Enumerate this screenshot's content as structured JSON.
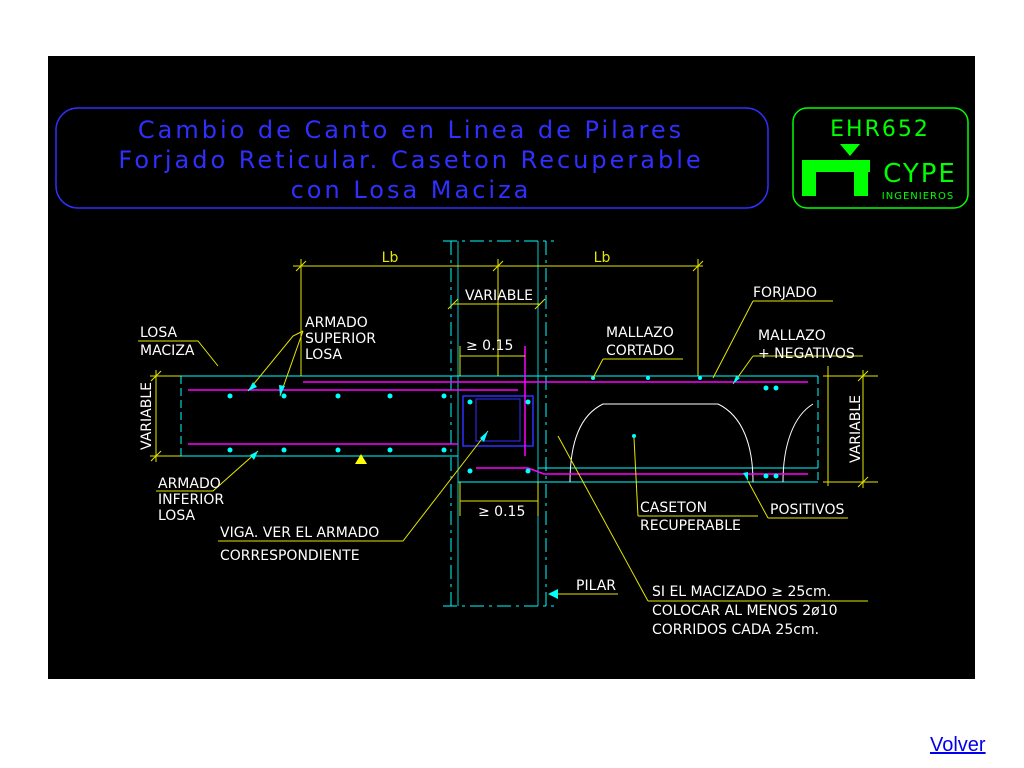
{
  "title": {
    "line1": "Cambio de Canto en Linea de Pilares",
    "line2": "Forjado Reticular. Caseton Recuperable",
    "line3": "con Losa Maciza"
  },
  "logo": {
    "code": "EHR652",
    "brand": "CYPE",
    "sub": "INGENIEROS"
  },
  "labels": {
    "lb_left": "Lb",
    "lb_right": "Lb",
    "variable_top": "VARIABLE",
    "forjado": "FORJADO",
    "losa1": "LOSA",
    "losa2": "MACIZA",
    "armado_sup1": "ARMADO",
    "armado_sup2": "SUPERIOR",
    "armado_sup3": "LOSA",
    "ge015_top": "≥ 0.15",
    "mallazo_cortado1": "MALLAZO",
    "mallazo_cortado2": "CORTADO",
    "mallazo_neg1": "MALLAZO",
    "mallazo_neg2": "+ NEGATIVOS",
    "variable_left": "VARIABLE",
    "variable_right": "VARIABLE",
    "armado_inf1": "ARMADO",
    "armado_inf2": "INFERIOR",
    "armado_inf3": "LOSA",
    "ge015_bottom": "≥ 0.15",
    "caseton1": "CASETON",
    "caseton2": "RECUPERABLE",
    "positivos": "POSITIVOS",
    "viga1": "VIGA. VER EL ARMADO",
    "viga2": "CORRESPONDIENTE",
    "pilar": "PILAR",
    "note1": "SI EL MACIZADO ≥ 25cm.",
    "note2": "COLOCAR AL MENOS 2ø10",
    "note3": "CORRIDOS CADA 25cm."
  },
  "link": {
    "volver": "Volver"
  },
  "colors": {
    "background": "#000000",
    "title": "#2f2fff",
    "cyan": "#00ffff",
    "white": "#ffffff",
    "magenta": "#ff00ff",
    "yellow_line": "#e6e600",
    "green": "#00ff00",
    "link": "#0000ee"
  }
}
